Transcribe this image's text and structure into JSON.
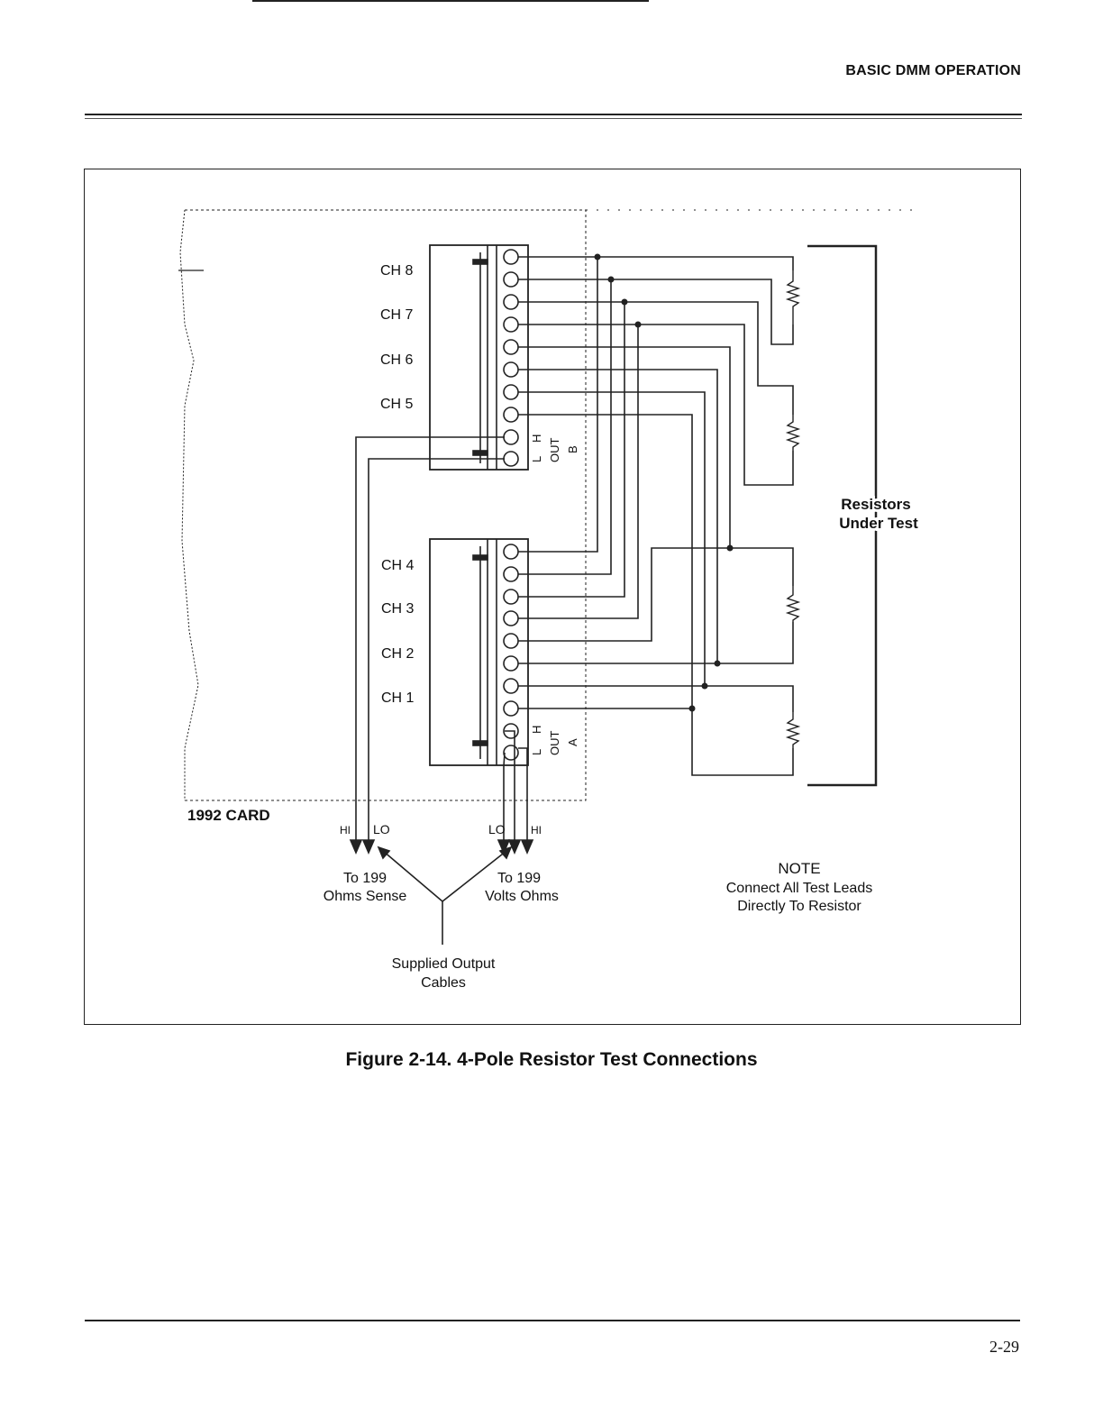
{
  "header": {
    "section_title": "BASIC DMM OPERATION",
    "page_number": "2-29"
  },
  "figure": {
    "caption": "Figure 2-14. 4-Pole Resistor Test Connections",
    "card_label": "1992 CARD",
    "channels_b": [
      "CH 8",
      "CH 7",
      "CH 6",
      "CH 5"
    ],
    "channels_a": [
      "CH 4",
      "CH 3",
      "CH 2",
      "CH 1"
    ],
    "out_b": {
      "l": "L",
      "h": "H",
      "out": "OUT",
      "letter": "B"
    },
    "out_a": {
      "l": "L",
      "h": "H",
      "out": "OUT",
      "letter": "A"
    },
    "lead_labels": {
      "left_hi": "HI",
      "left_lo": "LO",
      "right_lo": "LO",
      "right_hi": "HI"
    },
    "ohms_sense": [
      "To 199",
      "Ohms Sense"
    ],
    "volts_ohms": [
      "To 199",
      "Volts Ohms"
    ],
    "supplied_cables": [
      "Supplied Output",
      "Cables"
    ],
    "resistors_label": [
      "Resistors",
      "Under Test"
    ],
    "note": {
      "title": "NOTE",
      "lines": [
        "Connect All Test Leads",
        "Directly To Resistor"
      ]
    }
  }
}
